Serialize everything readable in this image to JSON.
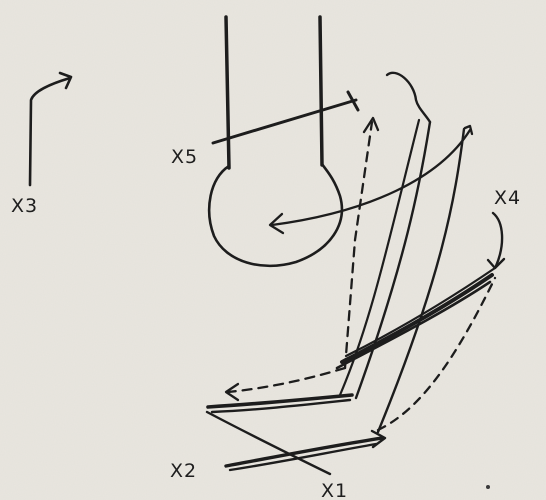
{
  "diagram": {
    "labels": {
      "x1": "X1",
      "x2": "X2",
      "x3": "X3",
      "x4": "X4",
      "x5": "X5"
    },
    "colors": {
      "paper": "#e9e6df",
      "ink": "#1d1d1d"
    }
  }
}
